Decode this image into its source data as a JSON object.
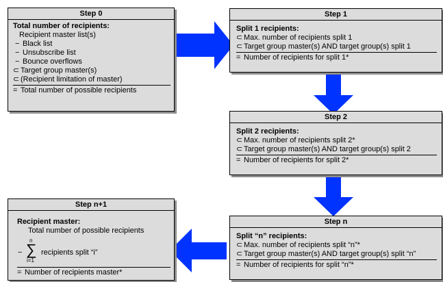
{
  "colors": {
    "box_fill": "#dcdcdc",
    "arrow": "#0033ff",
    "shadow": "#8c8c8c"
  },
  "step0": {
    "title": "Step 0",
    "heading": "Total number of recipients:",
    "lines": [
      "Recipient master list(s)",
      "Black list",
      "Unsubscribe list",
      "Bounce overflows",
      "Target group master(s)",
      "(Recipient limitation of master)",
      "Total number of possible recipients"
    ]
  },
  "step1": {
    "title": "Step 1",
    "heading": "Split 1 recipients:",
    "lines": [
      "Max. number of recipients split 1",
      "Target group master(s) AND target group(s) split 1",
      "Number of recipients for split 1*"
    ]
  },
  "step2": {
    "title": "Step 2",
    "heading": "Split 2 recipients:",
    "lines": [
      "Max. number of recipients split 2*",
      "Target group master(s) AND target group(s) split 2",
      "Number of recipients for split 2*"
    ]
  },
  "stepn": {
    "title": "Step n",
    "heading": "Split “n” recipients:",
    "lines": [
      "Max. number of recipients split “n”*",
      "Target group master(s) AND target group(s) split “n”",
      "Number of recipients for split “n”*"
    ]
  },
  "stepn1": {
    "title": "Step n+1",
    "heading": "Recipient master:",
    "lines": [
      "Total number of possible recipients",
      "recipients split “i”",
      "Number of recipients master*"
    ],
    "sum_upper": "n",
    "sum_lower": "i=1"
  }
}
